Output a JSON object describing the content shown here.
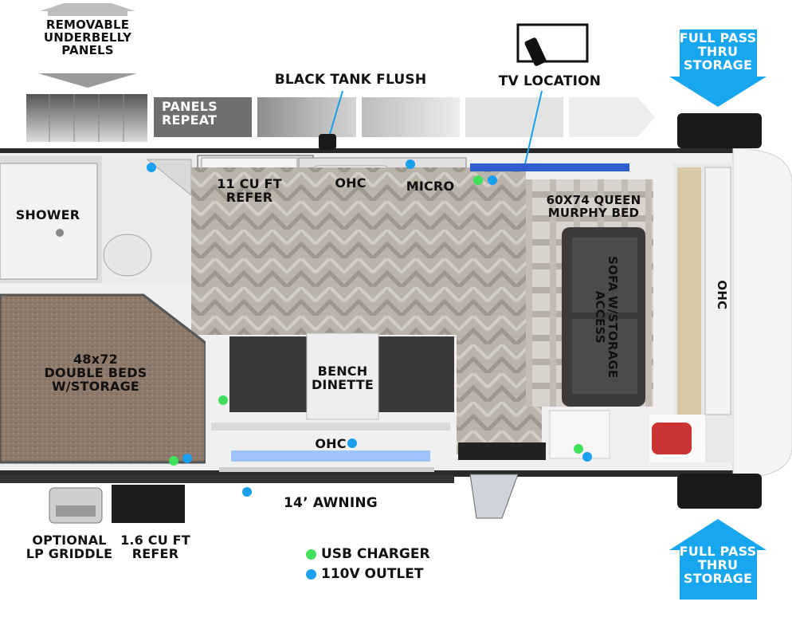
{
  "labels": {
    "removable_underbelly": "REMOVABLE\nUNDERBELLY\nPANELS",
    "panels_repeat": "PANELS\nREPEAT",
    "black_tank_flush": "BLACK TANK FLUSH",
    "tv_location": "TV LOCATION",
    "full_pass_top": "FULL PASS\nTHRU\nSTORAGE",
    "full_pass_bottom": "FULL PASS\nTHRU\nSTORAGE",
    "shower": "SHOWER",
    "refer_11": "11 CU FT\nREFER",
    "ohc_kitchen": "OHC",
    "micro": "MICRO",
    "queen_bed": "60X74 QUEEN\nMURPHY BED",
    "sofa": "SOFA W/STORAGE\nACCESS",
    "ohc_front": "OHC",
    "double_beds": "48x72\nDOUBLE BEDS\nW/STORAGE",
    "bench_dinette": "BENCH\nDINETTE",
    "ohc_dinette": "OHC",
    "awning": "14’ AWNING",
    "lp_griddle": "OPTIONAL\nLP GRIDDLE",
    "refer_16": "1.6 CU FT\nREFER"
  },
  "legend": {
    "usb": "USB CHARGER",
    "outlet": "110V OUTLET"
  },
  "colors": {
    "usb_dot": "#3fe05a",
    "outlet_dot": "#1aa0ee",
    "arrow_blue": "#18a6ee"
  },
  "icons": {
    "tv": "tv-with-remote-icon",
    "arrow_down": "arrow-down-icon",
    "arrow_up": "arrow-up-icon"
  }
}
